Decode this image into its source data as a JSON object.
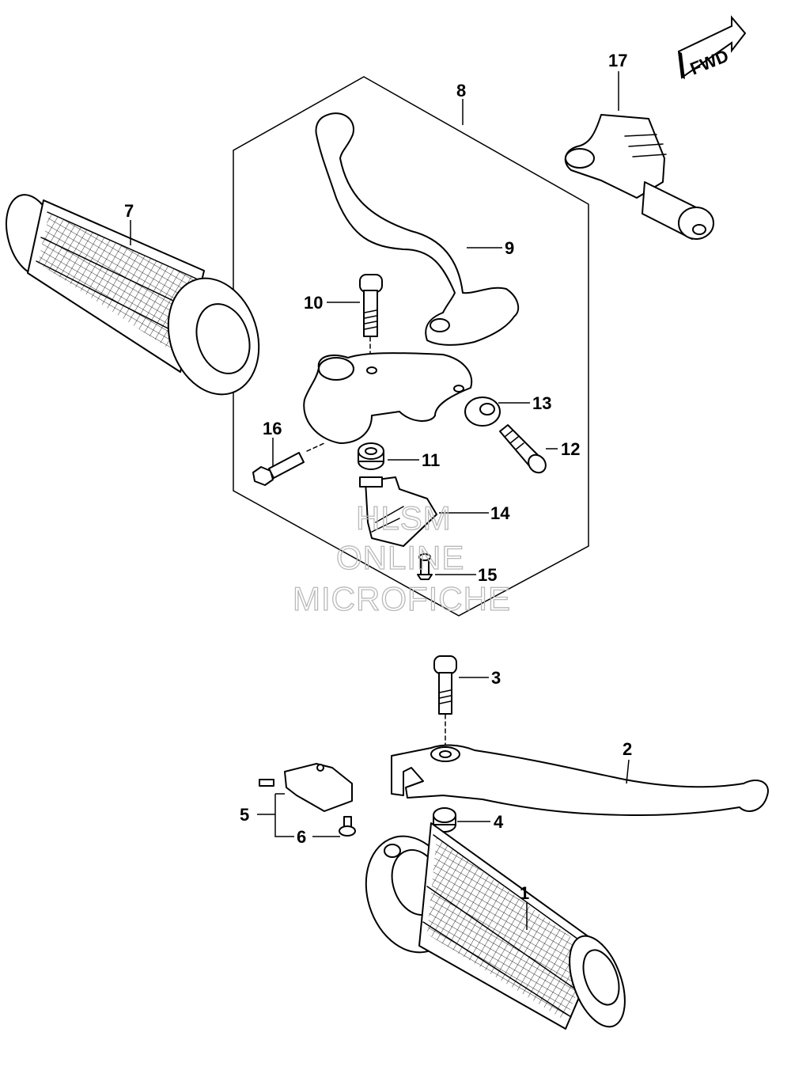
{
  "callouts": {
    "c1": "1",
    "c2": "2",
    "c3": "3",
    "c4": "4",
    "c5": "5",
    "c6": "6",
    "c7": "7",
    "c8": "8",
    "c9": "9",
    "c10": "10",
    "c11": "11",
    "c12": "12",
    "c13": "13",
    "c14": "14",
    "c15": "15",
    "c16": "16",
    "c17": "17"
  },
  "direction_badge": "FWD",
  "watermark": {
    "line1": "HLSM",
    "line2": "ONLINE",
    "line3": "MICROFICHE"
  }
}
